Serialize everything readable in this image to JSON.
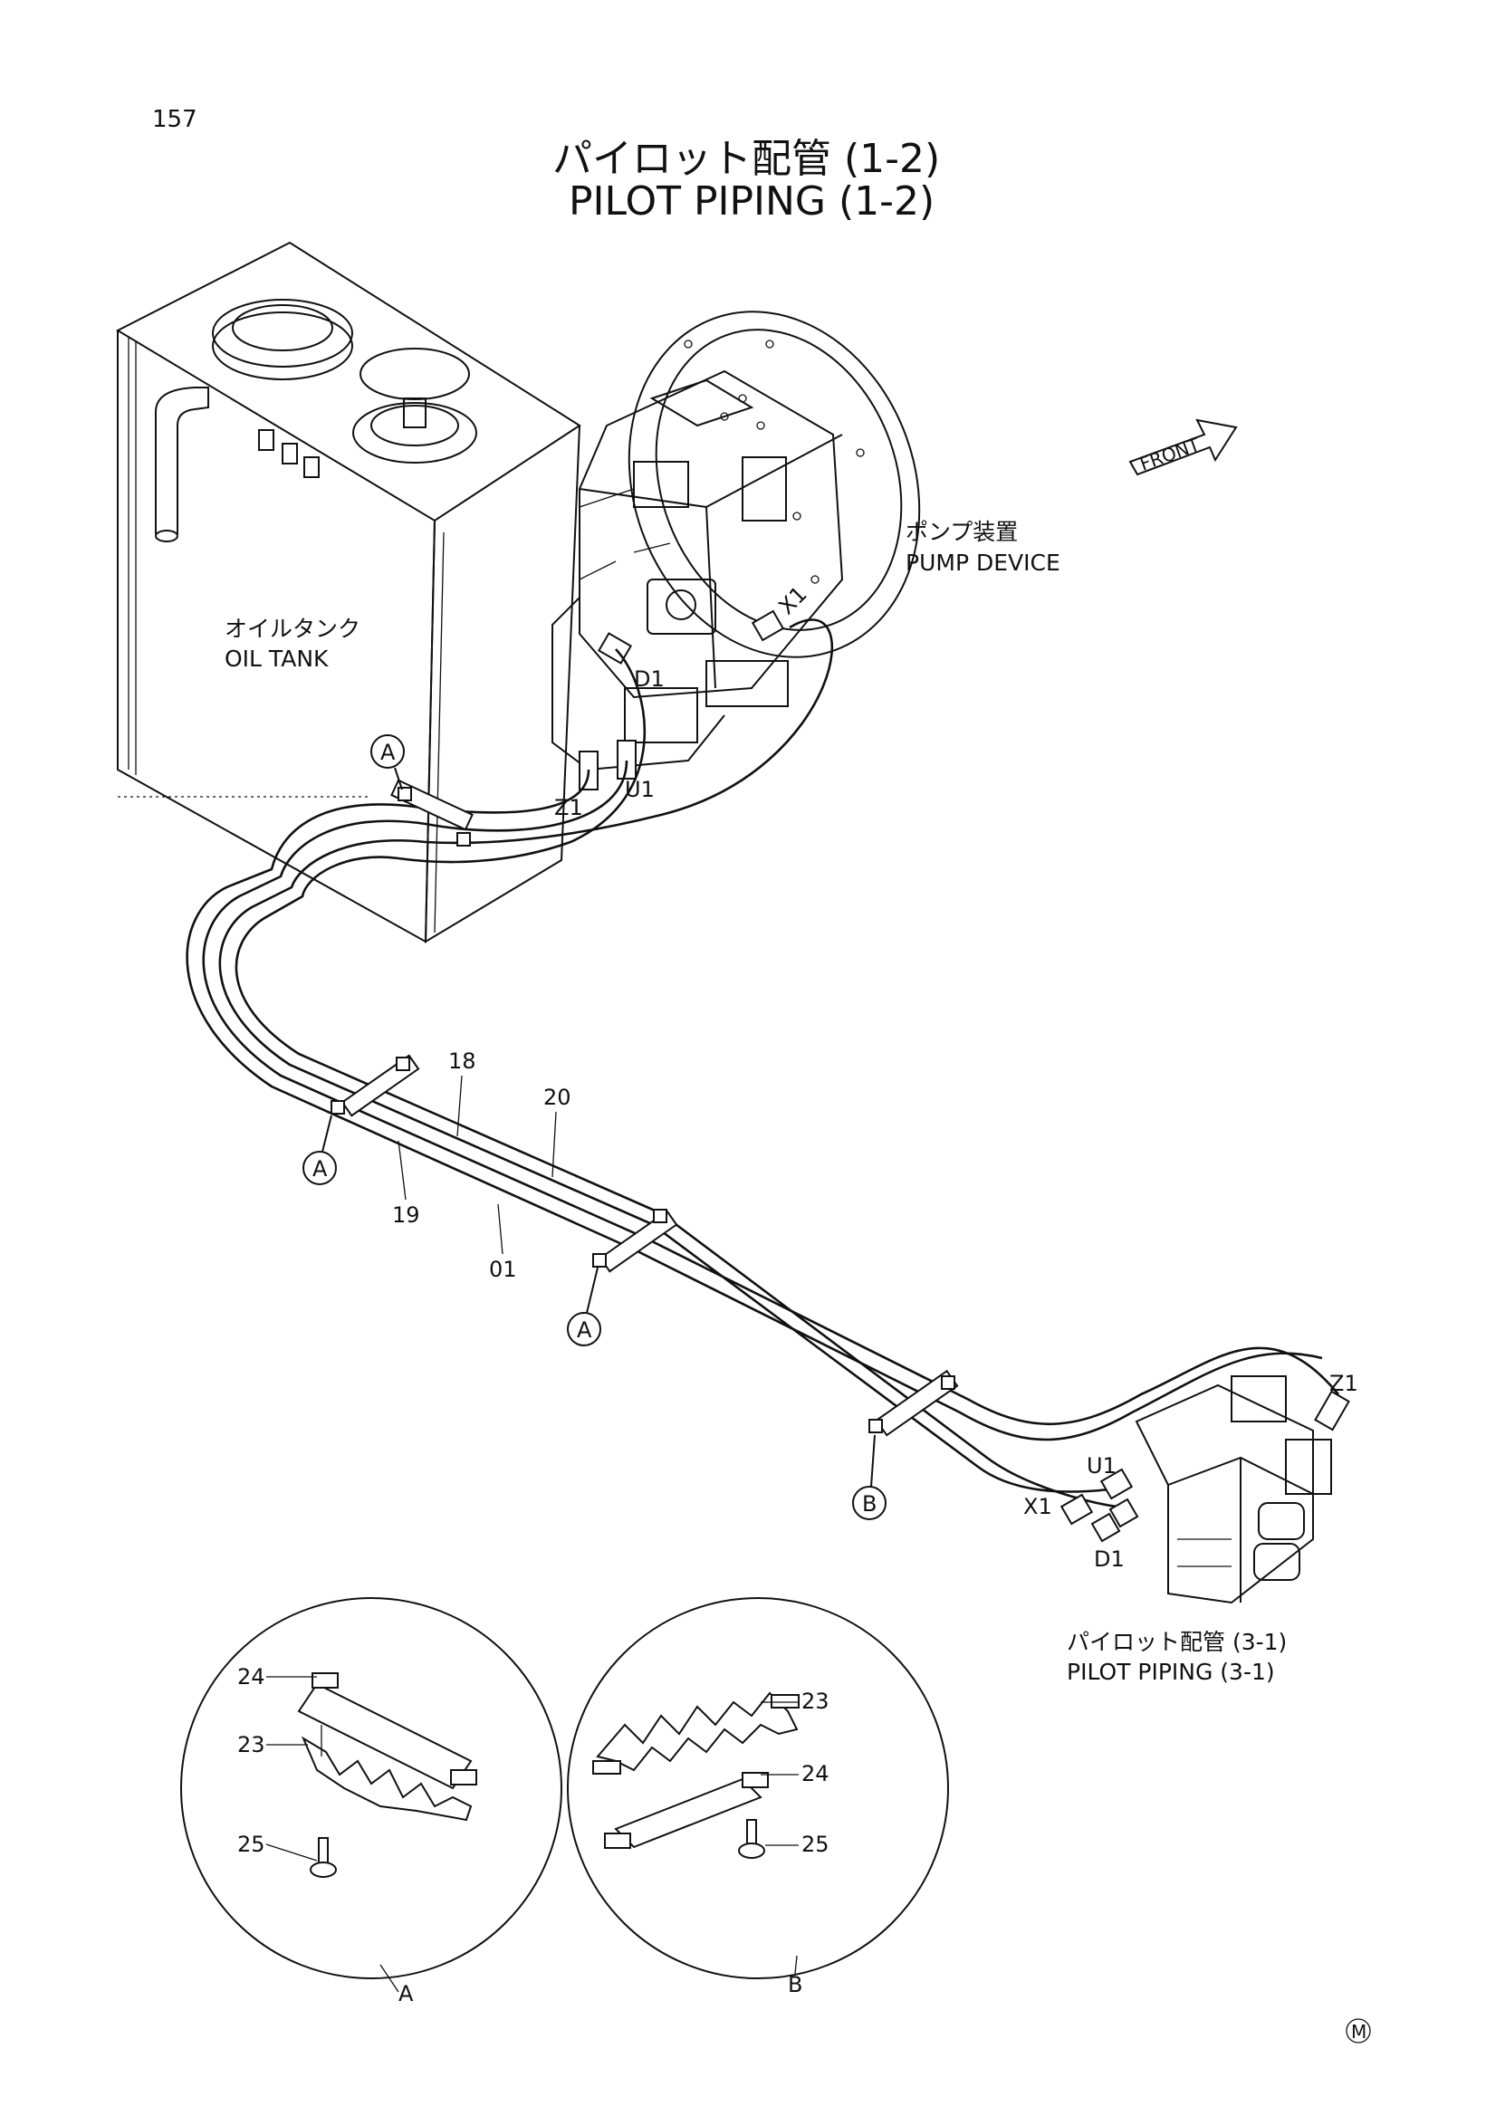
{
  "page": {
    "number": "157",
    "mark": "M"
  },
  "title": {
    "jp": "パイロット配管 (1-2)",
    "en": "PILOT PIPING (1-2)"
  },
  "labels": {
    "front": "FRONT",
    "pump_jp": "ポンプ装置",
    "pump_en": "PUMP DEVICE",
    "tank_jp": "オイルタンク",
    "tank_en": "OIL TANK",
    "ref_jp": "パイロット配管 (3-1)",
    "ref_en": "PILOT PIPING (3-1)"
  },
  "ports": {
    "pump": {
      "x1": "X1",
      "d1": "D1",
      "z1": "Z1",
      "u1": "U1"
    },
    "valve": {
      "z1": "Z1",
      "u1": "U1",
      "x1": "X1",
      "d1": "D1"
    }
  },
  "parts": {
    "p18": "18",
    "p20": "20",
    "p19": "19",
    "p01": "01"
  },
  "callouts": {
    "a": "A",
    "b": "B"
  },
  "detail_a": {
    "title": "A",
    "p24": "24",
    "p23": "23",
    "p25": "25"
  },
  "detail_b": {
    "title": "B",
    "p23": "23",
    "p24": "24",
    "p25": "25"
  }
}
